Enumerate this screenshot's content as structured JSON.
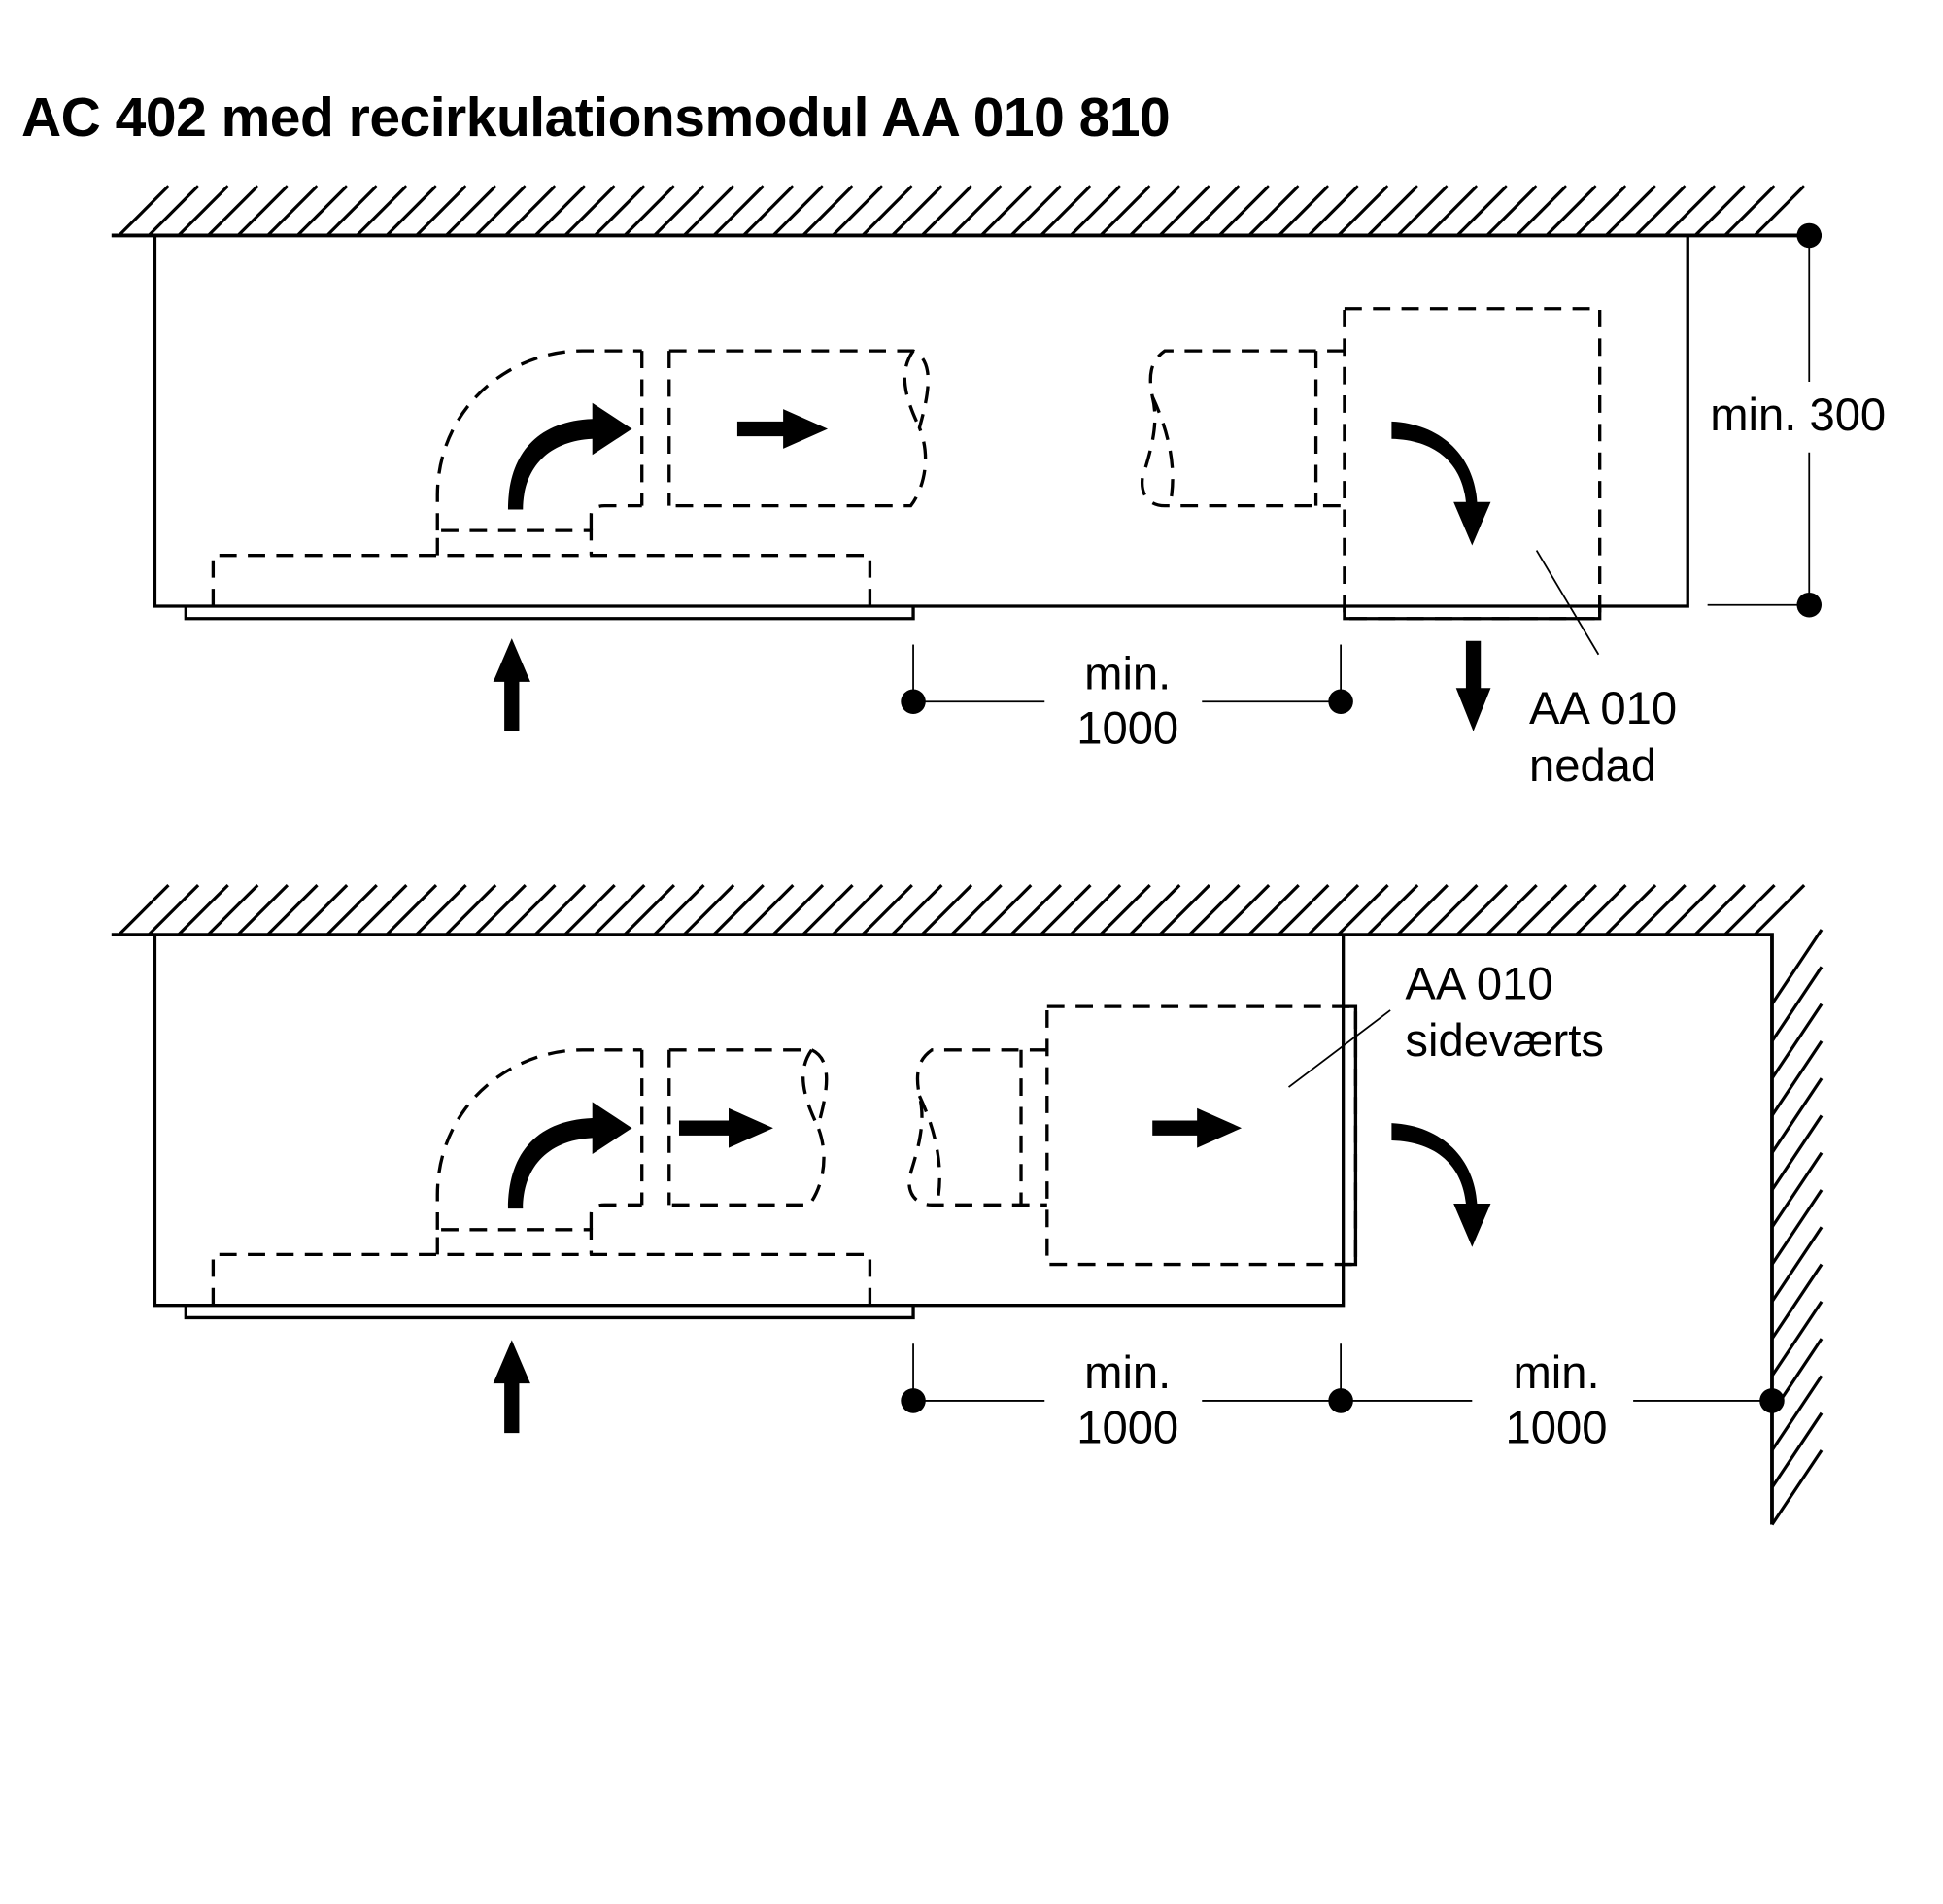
{
  "title": "AC 402 med recirkulationsmodul AA 010 810",
  "diagrams": [
    {
      "id": "downward",
      "labels": {
        "height_dim_prefix": "min.",
        "height_dim_value": "300",
        "width_dim_prefix": "min.",
        "width_dim_value": "1000",
        "module_name": "AA 010",
        "module_direction": "nedad"
      }
    },
    {
      "id": "sideways",
      "labels": {
        "width_dim_prefix": "min.",
        "width_dim_value": "1000",
        "wall_dim_prefix": "min.",
        "wall_dim_value": "1000",
        "module_name": "AA 010",
        "module_direction": "sideværts"
      }
    }
  ],
  "icons": {
    "airflow_arrow": "airflow-arrow-icon",
    "dimension_endpoint": "dimension-dot-icon",
    "hatched_surface": "hatched-wall-icon"
  }
}
